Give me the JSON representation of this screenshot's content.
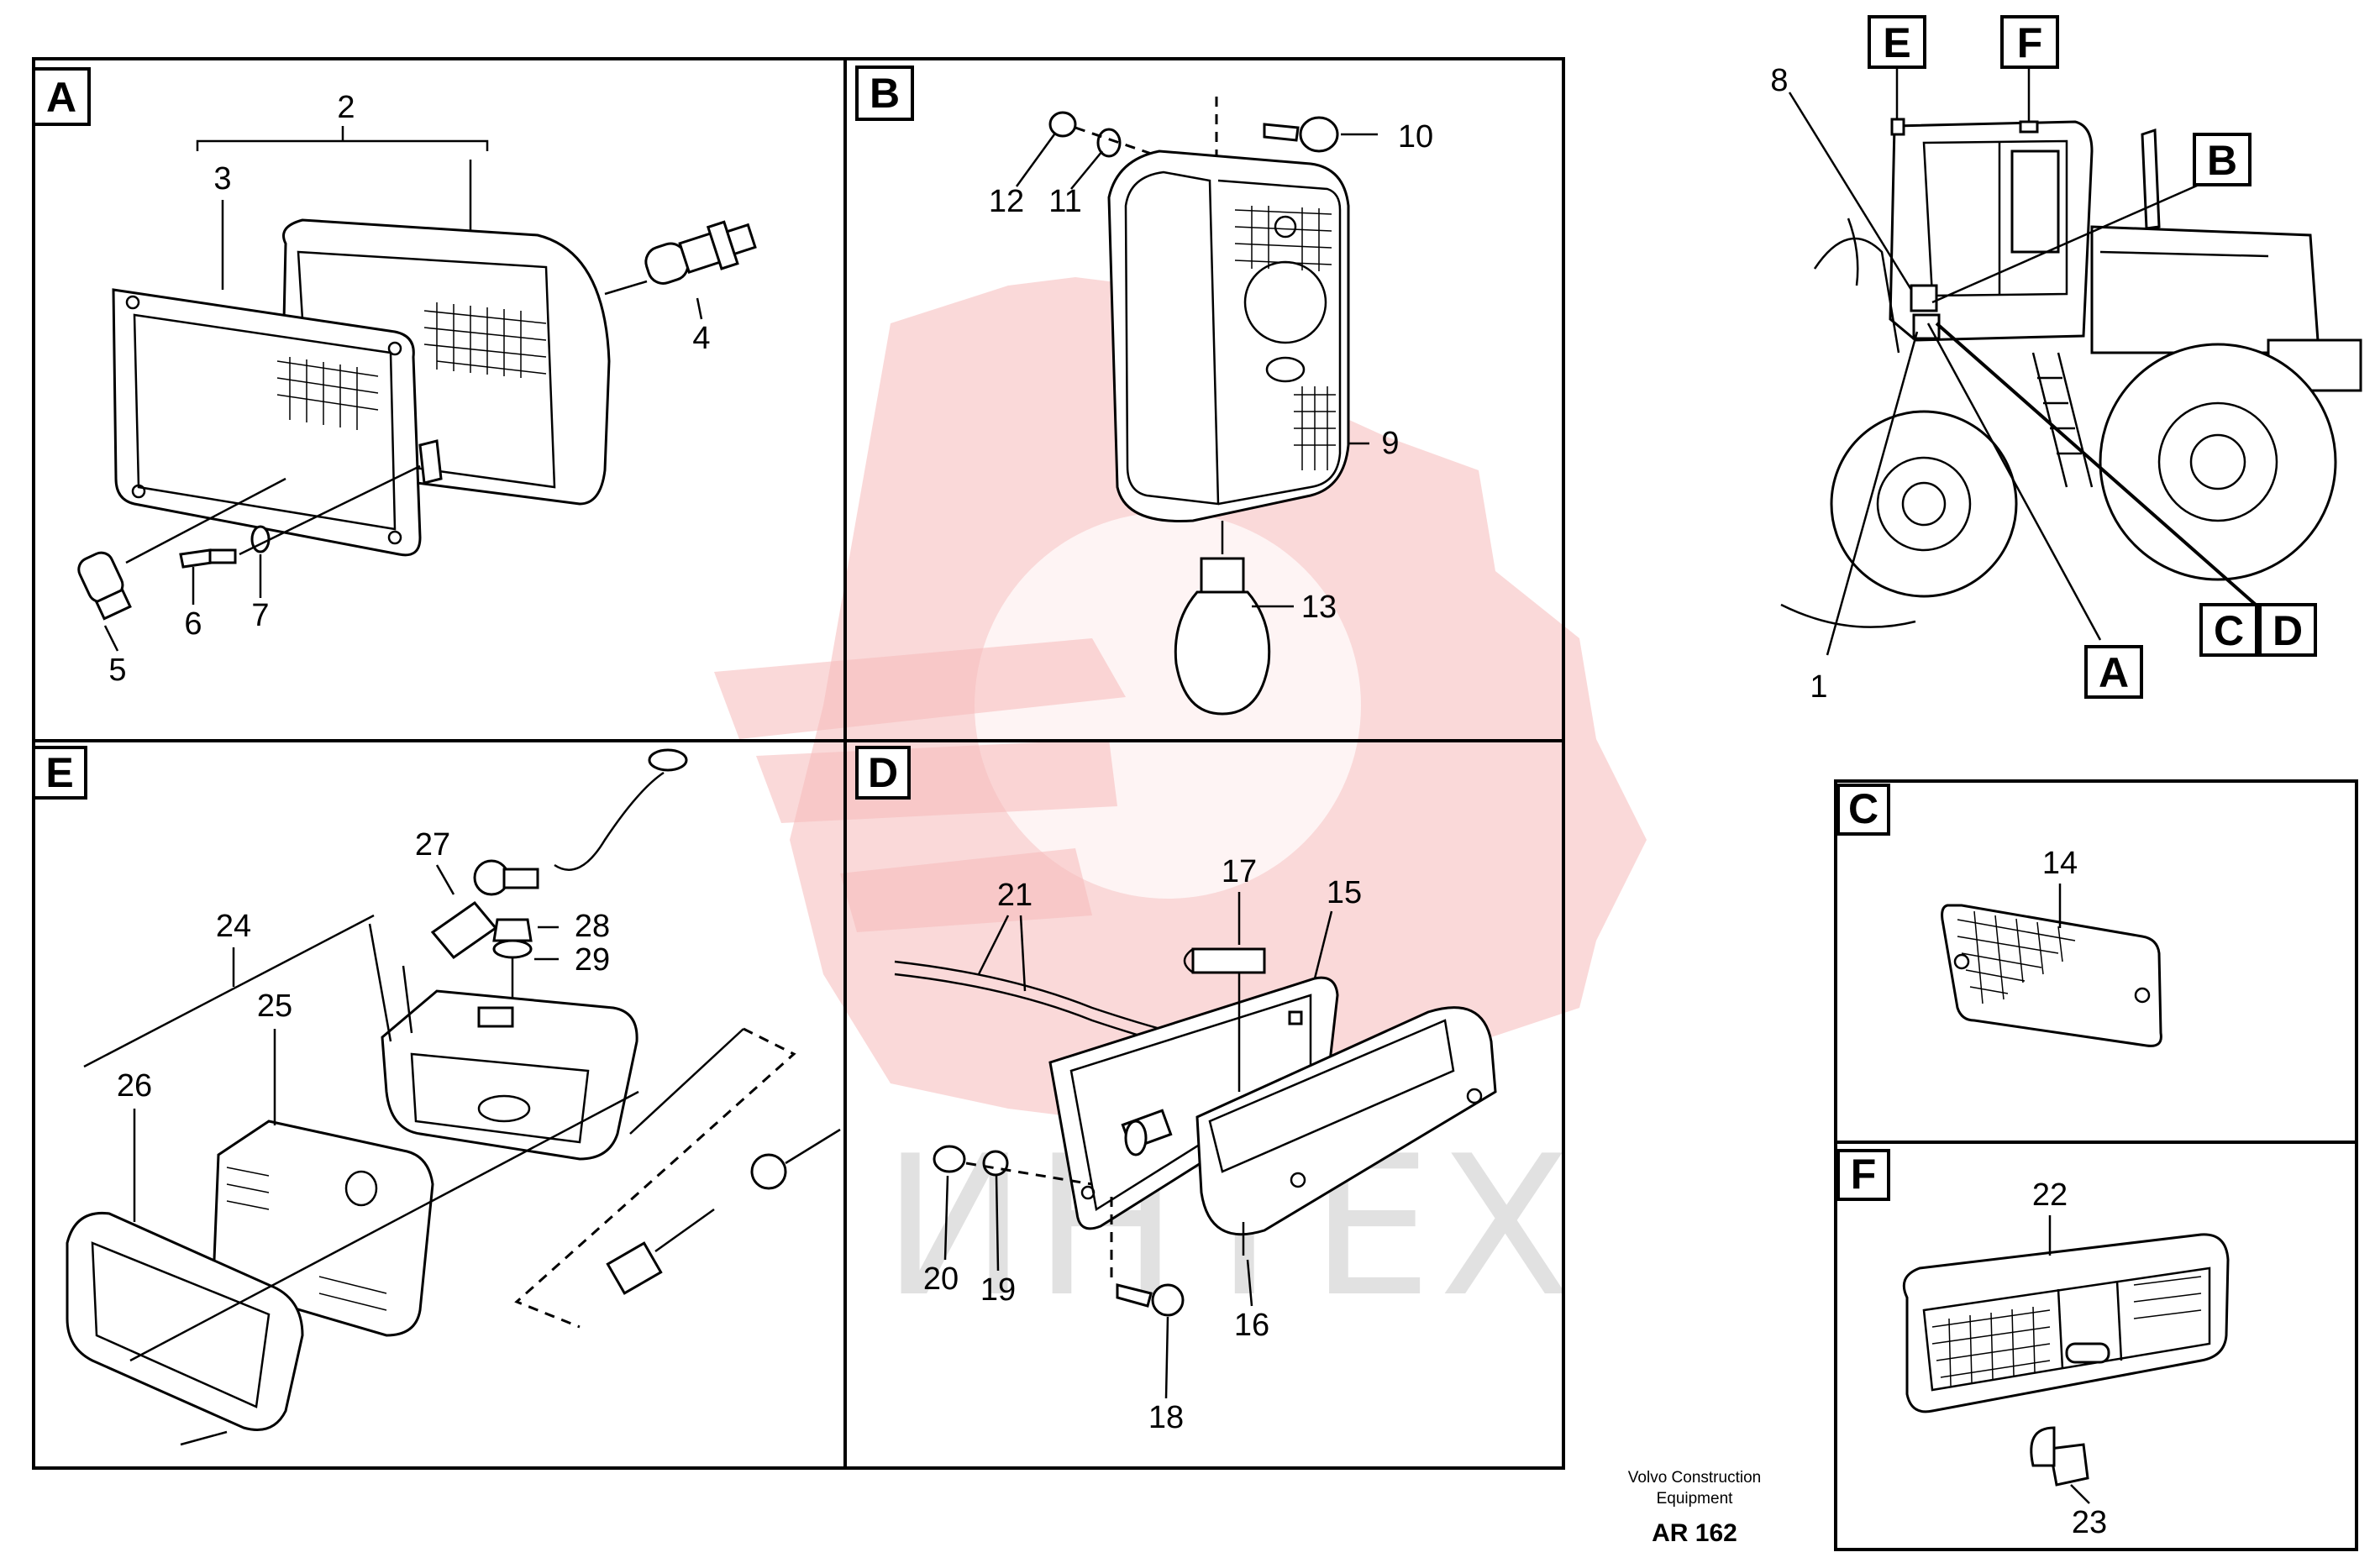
{
  "panels": {
    "A": {
      "label": "A",
      "callouts": [
        "2",
        "3",
        "4",
        "5",
        "6",
        "7"
      ]
    },
    "B": {
      "label": "B",
      "callouts": [
        "9",
        "10",
        "11",
        "12",
        "13"
      ]
    },
    "C": {
      "label": "C",
      "callouts": [
        "14"
      ]
    },
    "D": {
      "label": "D",
      "callouts": [
        "15",
        "16",
        "17",
        "18",
        "19",
        "20",
        "21"
      ]
    },
    "E": {
      "label": "E",
      "callouts": [
        "24",
        "25",
        "26",
        "27",
        "28",
        "29"
      ]
    },
    "F": {
      "label": "F",
      "callouts": [
        "22",
        "23"
      ]
    }
  },
  "overview": {
    "callouts": [
      "8",
      "1"
    ],
    "markers": [
      "E",
      "F",
      "B",
      "C",
      "D",
      "A"
    ]
  },
  "watermark": {
    "text": "ИНТЕХ"
  },
  "footer": {
    "company_line1": "Volvo Construction",
    "company_line2": "Equipment",
    "code": "AR 162"
  },
  "colors": {
    "watermark": "#f6b9b9",
    "ink": "#000000"
  }
}
